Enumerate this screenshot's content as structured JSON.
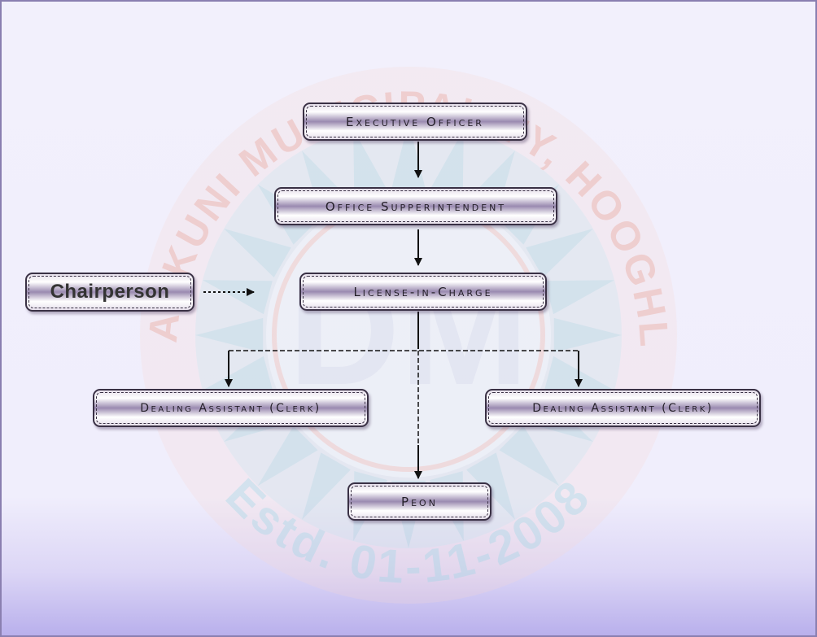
{
  "watermark": {
    "top_text": "DANKUNI MUNICIPALITY, HOOGHLY",
    "bottom_text": "Estd. 01-11-2008",
    "monogram": "DM"
  },
  "nodes": {
    "executive_officer": "Executive Officer",
    "office_superintendent": "Office Supperintendent",
    "chairperson": "Chairperson",
    "license_in_charge": "License-in-Charge",
    "dealing_assistant_left": "Dealing Assistant (Clerk)",
    "dealing_assistant_right": "Dealing Assistant (Clerk)",
    "peon": "Peon"
  },
  "colors": {
    "line": "#111111",
    "box_border": "#3a3145",
    "watermark_red": "#e8a79a",
    "watermark_teal": "#8bc4d0"
  }
}
